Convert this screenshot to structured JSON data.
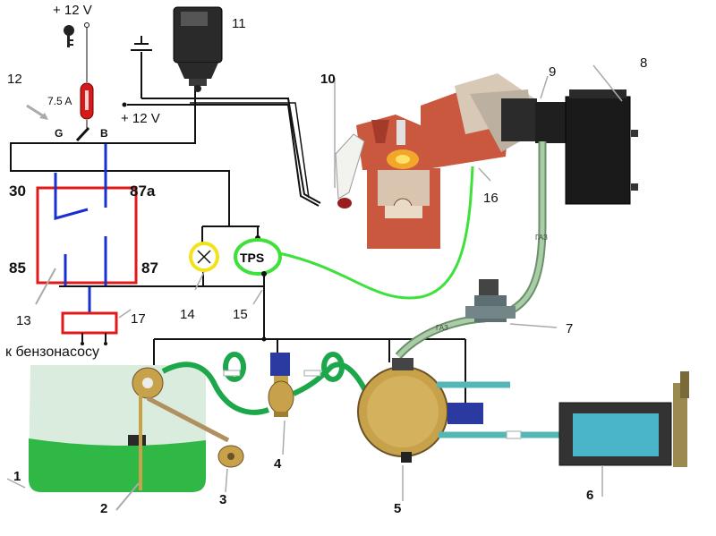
{
  "supply": {
    "plus12_top": "+ 12 V",
    "plus12_mid": "+ 12 V",
    "fuse_rating": "7.5 A"
  },
  "switch": {
    "label_g": "G",
    "label_b": "B"
  },
  "relay": {
    "pin30": "30",
    "pin87a": "87a",
    "pin85": "85",
    "pin87": "87"
  },
  "tps": {
    "label": "TPS"
  },
  "pump_caption": "к бензонасосу",
  "hose_labels": {
    "gas_upper": "ГАЗ",
    "gas_lower": "ГАЗ"
  },
  "callouts": [
    "1",
    "2",
    "3",
    "4",
    "5",
    "6",
    "7",
    "8",
    "9",
    "10",
    "11",
    "12",
    "13",
    "14",
    "15",
    "16",
    "17"
  ],
  "colors": {
    "wire_black": "#111111",
    "wire_blue": "#1a2fcf",
    "relay_red": "#e01a1a",
    "signal_green": "#3de13a",
    "lamp_yellow": "#f2e21a",
    "fuel_green": "#2fb845",
    "tank_green": "#c9e7cf",
    "hose_teal": "#56b5b5",
    "brass": "#c8a24a"
  },
  "icons": {
    "key": "ignition-key-icon",
    "ground": "ground-symbol-icon",
    "fuse": "fuse-icon",
    "lamp": "indicator-lamp-icon"
  }
}
